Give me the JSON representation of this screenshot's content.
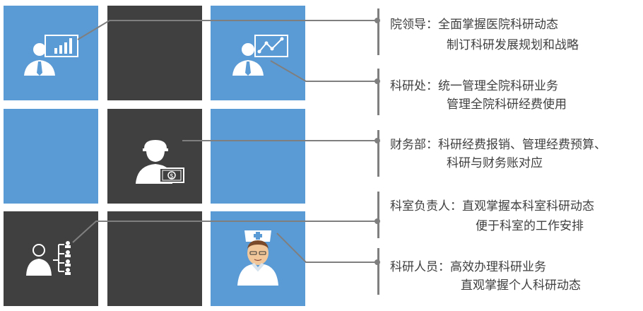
{
  "colors": {
    "tile_blue": "#5b9bd5",
    "tile_dark": "#404040",
    "connector": "#7f7f7f",
    "text": "#404040"
  },
  "roles": [
    {
      "title": "院领导：",
      "line1": "全面掌握医院科研动态",
      "line2": "制订科研发展规划和战略",
      "icon": "presenter-chart-icon"
    },
    {
      "title": "科研处：",
      "line1": "统一管理全院科研业务",
      "line2": "管理全院科研经费使用",
      "icon": "presenter-trend-icon"
    },
    {
      "title": "财务部：",
      "line1": "科研经费报销、管理经费预算、",
      "line2": "科研与财务账对应",
      "icon": "cashier-money-icon"
    },
    {
      "title": "科室负责人：",
      "line1": "直观掌握本科室科研动态",
      "line2": "便于科室的工作安排",
      "icon": "manager-hierarchy-icon"
    },
    {
      "title": "科研人员：",
      "line1": "高效办理科研业务",
      "line2": "直观掌握个人科研动态",
      "icon": "doctor-icon"
    }
  ]
}
